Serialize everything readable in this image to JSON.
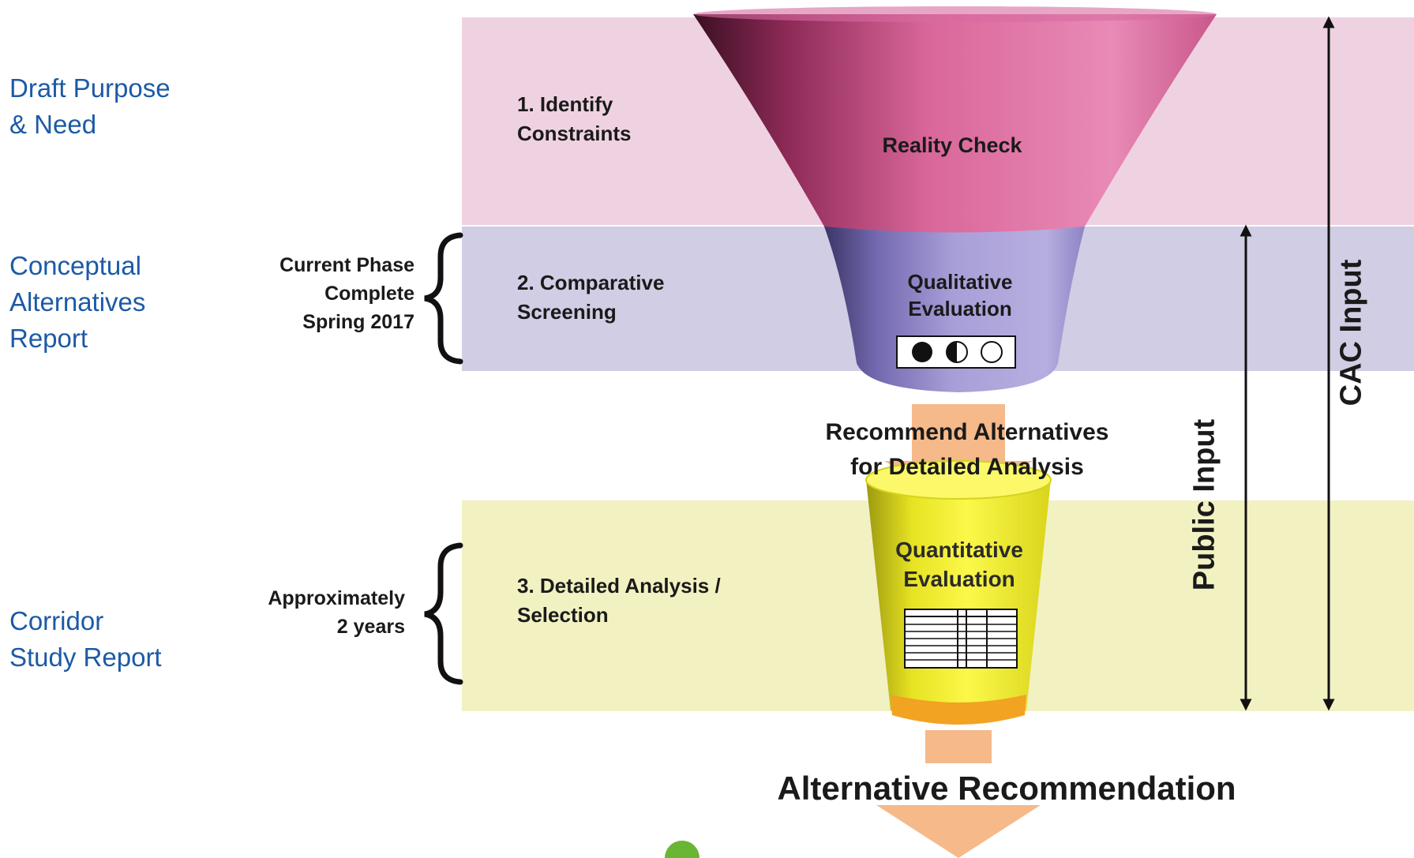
{
  "documents": {
    "draft": "Draft Purpose\n& Need",
    "conceptual": "Conceptual\nAlternatives\nReport",
    "corridor": "Corridor\nStudy Report"
  },
  "notes": {
    "current_phase": "Current Phase\nComplete\nSpring 2017",
    "approx": "Approximately\n2 years"
  },
  "steps": {
    "identify": "1. Identify\nConstraints",
    "comparative": "2. Comparative\nScreening",
    "detailed": "3. Detailed Analysis /\nSelection"
  },
  "funnel": {
    "reality_check": "Reality Check",
    "qualitative": "Qualitative\nEvaluation",
    "recommend": "Recommend Alternatives\nfor Detailed Analysis",
    "quantitative": "Quantitative\nEvaluation",
    "alternative_recommendation": "Alternative Recommendation"
  },
  "inputs": {
    "public": "Public Input",
    "cac": "CAC Input"
  },
  "colors": {
    "pink_band": "#efd2e1",
    "purple_band": "#d0cde4",
    "yellow_band": "#f2f1c2",
    "funnel_pink": "#e0709f",
    "funnel_purple": "#9f95d0",
    "cup_yellow": "#f6f229",
    "arrow_orange": "#f5b98a",
    "doc_blue": "#1c5aa6"
  }
}
